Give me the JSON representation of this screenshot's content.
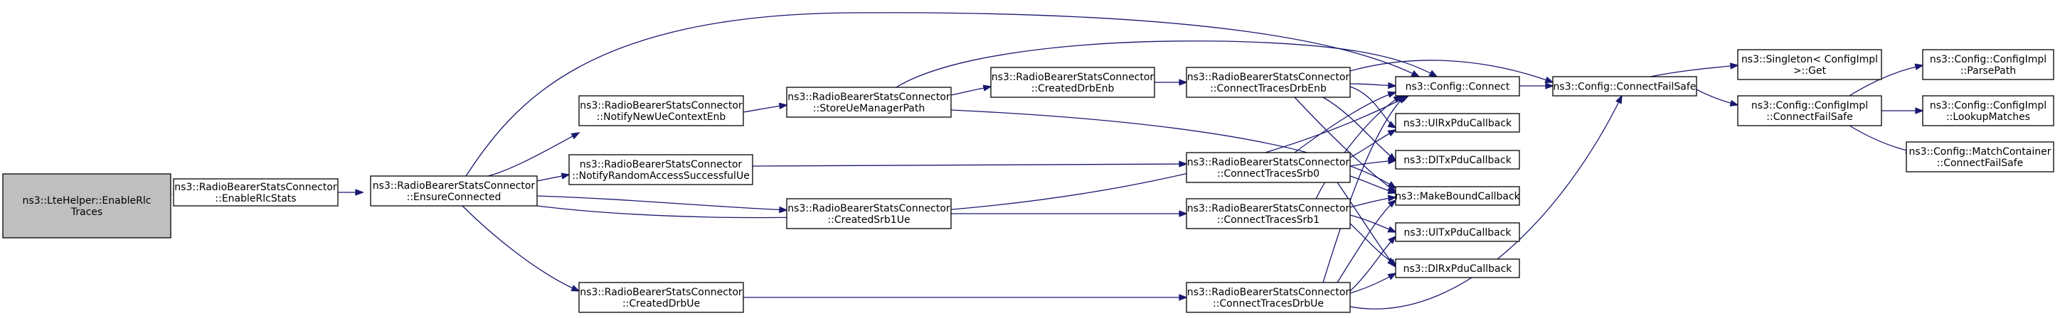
{
  "graph": {
    "nodes": {
      "n0": [
        "ns3::LteHelper::EnableRlc",
        "Traces"
      ],
      "n1": [
        "ns3::RadioBearerStatsConnector",
        "::EnableRlcStats"
      ],
      "n2": [
        "ns3::RadioBearerStatsConnector",
        "::EnsureConnected"
      ],
      "n3": [
        "ns3::RadioBearerStatsConnector",
        "::NotifyNewUeContextEnb"
      ],
      "n4": [
        "ns3::RadioBearerStatsConnector",
        "::NotifyRandomAccessSuccessfulUe"
      ],
      "n5": [
        "ns3::RadioBearerStatsConnector",
        "::CreatedDrbUe"
      ],
      "n6": [
        "ns3::RadioBearerStatsConnector",
        "::StoreUeManagerPath"
      ],
      "n7": [
        "ns3::RadioBearerStatsConnector",
        "::CreatedSrb1Ue"
      ],
      "n8": [
        "ns3::RadioBearerStatsConnector",
        "::CreatedDrbEnb"
      ],
      "n9": [
        "ns3::RadioBearerStatsConnector",
        "::ConnectTracesDrbEnb"
      ],
      "n10": [
        "ns3::RadioBearerStatsConnector",
        "::ConnectTracesSrb0"
      ],
      "n11": [
        "ns3::RadioBearerStatsConnector",
        "::ConnectTracesSrb1"
      ],
      "n12": [
        "ns3::RadioBearerStatsConnector",
        "::ConnectTracesDrbUe"
      ],
      "n13": [
        "ns3::Config::Connect"
      ],
      "n14": [
        "ns3::UlRxPduCallback"
      ],
      "n15": [
        "ns3::DlTxPduCallback"
      ],
      "n16": [
        "ns3::MakeBoundCallback"
      ],
      "n17": [
        "ns3::UlTxPduCallback"
      ],
      "n18": [
        "ns3::DlRxPduCallback"
      ],
      "n19": [
        "ns3::Config::ConnectFailSafe"
      ],
      "n20": [
        "ns3::Singleton< ConfigImpl",
        " >::Get"
      ],
      "n21": [
        "ns3::Config::ConfigImpl",
        "::ConnectFailSafe"
      ],
      "n22": [
        "ns3::Config::ConfigImpl",
        "::ParsePath"
      ],
      "n23": [
        "ns3::Config::ConfigImpl",
        "::LookupMatches"
      ],
      "n24": [
        "ns3::Config::MatchContainer",
        "::ConnectFailSafe"
      ]
    }
  }
}
